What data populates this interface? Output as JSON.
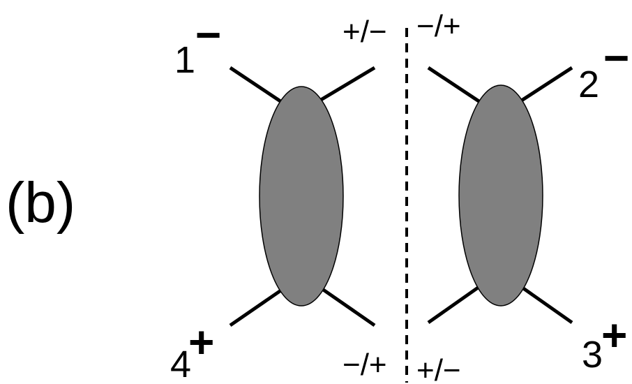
{
  "panel_label": "(b)",
  "legs": {
    "top_left": {
      "number": "1",
      "sign": "−"
    },
    "top_right": {
      "number": "2",
      "sign": "−"
    },
    "bottom_left": {
      "number": "4",
      "sign": "+"
    },
    "bottom_right": {
      "number": "3",
      "sign": "+"
    }
  },
  "cut_labels": {
    "top_left": "+/−",
    "top_right": "−/+",
    "bottom_left": "−/+",
    "bottom_right": "+/−"
  },
  "colors": {
    "blob_fill": "#808080",
    "stroke": "#000000"
  }
}
